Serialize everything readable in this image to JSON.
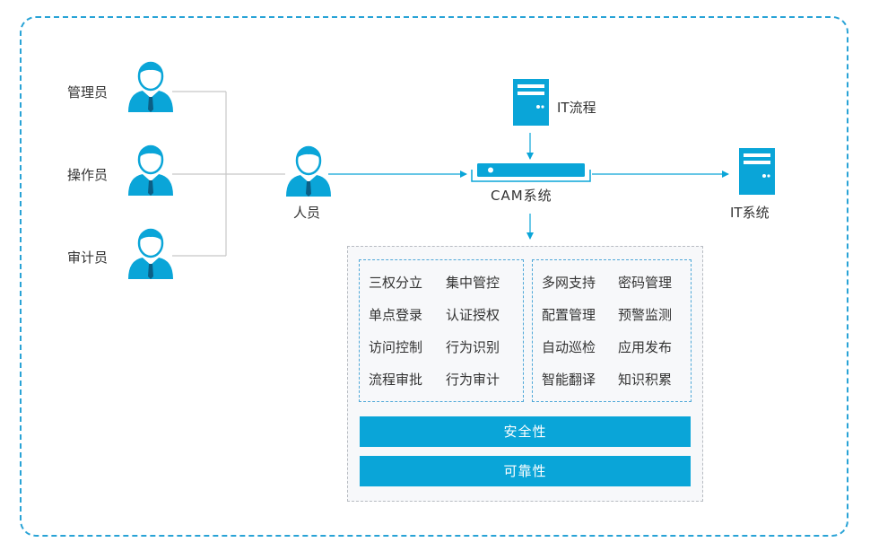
{
  "roles": {
    "admin": "管理员",
    "operator": "操作员",
    "auditor": "审计员"
  },
  "person_label": "人员",
  "it_process_label": "IT流程",
  "cam_label": "CAM系统",
  "it_system_label": "IT系统",
  "features_left": [
    [
      "三权分立",
      "集中管控"
    ],
    [
      "单点登录",
      "认证授权"
    ],
    [
      "访问控制",
      "行为识别"
    ],
    [
      "流程审批",
      "行为审计"
    ]
  ],
  "features_right": [
    [
      "多网支持",
      "密码管理"
    ],
    [
      "配置管理",
      "预警监测"
    ],
    [
      "自动巡检",
      "应用发布"
    ],
    [
      "智能翻译",
      "知识积累"
    ]
  ],
  "bars": {
    "security": "安全性",
    "reliability": "可靠性"
  },
  "colors": {
    "accent": "#0aa5d8",
    "frame": "#29a3d6",
    "line": "#c8c8c8",
    "text": "#333333"
  }
}
